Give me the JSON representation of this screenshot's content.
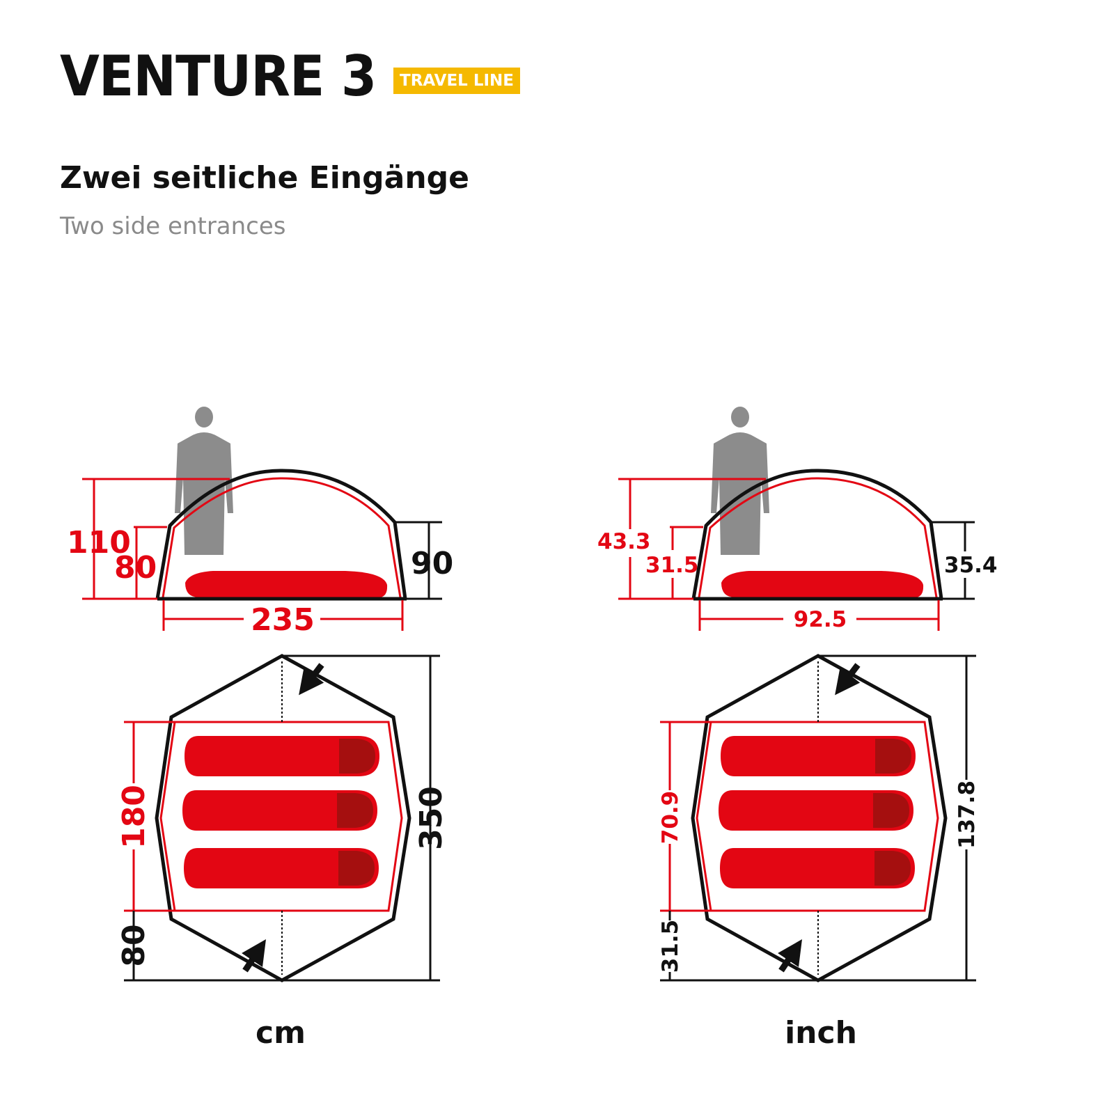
{
  "header": {
    "title": "VENTURE 3",
    "badge": "TRAVEL LINE",
    "subtitle_de": "Zwei seitliche Eingänge",
    "subtitle_en": "Two side entrances"
  },
  "diagrams": {
    "cm": {
      "unit": "cm",
      "side_height_outer": "110",
      "side_height_inner": "80",
      "side_height_right": "90",
      "side_width": "235",
      "floor_inner_length": "180",
      "floor_total_length": "350",
      "vestibule_depth": "80"
    },
    "inch": {
      "unit": "inch",
      "side_height_outer": "43.3",
      "side_height_inner": "31.5",
      "side_height_right": "35.4",
      "side_width": "92.5",
      "floor_inner_length": "70.9",
      "floor_total_length": "137.8",
      "vestibule_depth": "31.5"
    }
  },
  "colors": {
    "red": "#e30613",
    "dark": "#111111",
    "person": "#8c8c8c",
    "badge": "#f5b900",
    "bag_head": "#a50f0f"
  }
}
